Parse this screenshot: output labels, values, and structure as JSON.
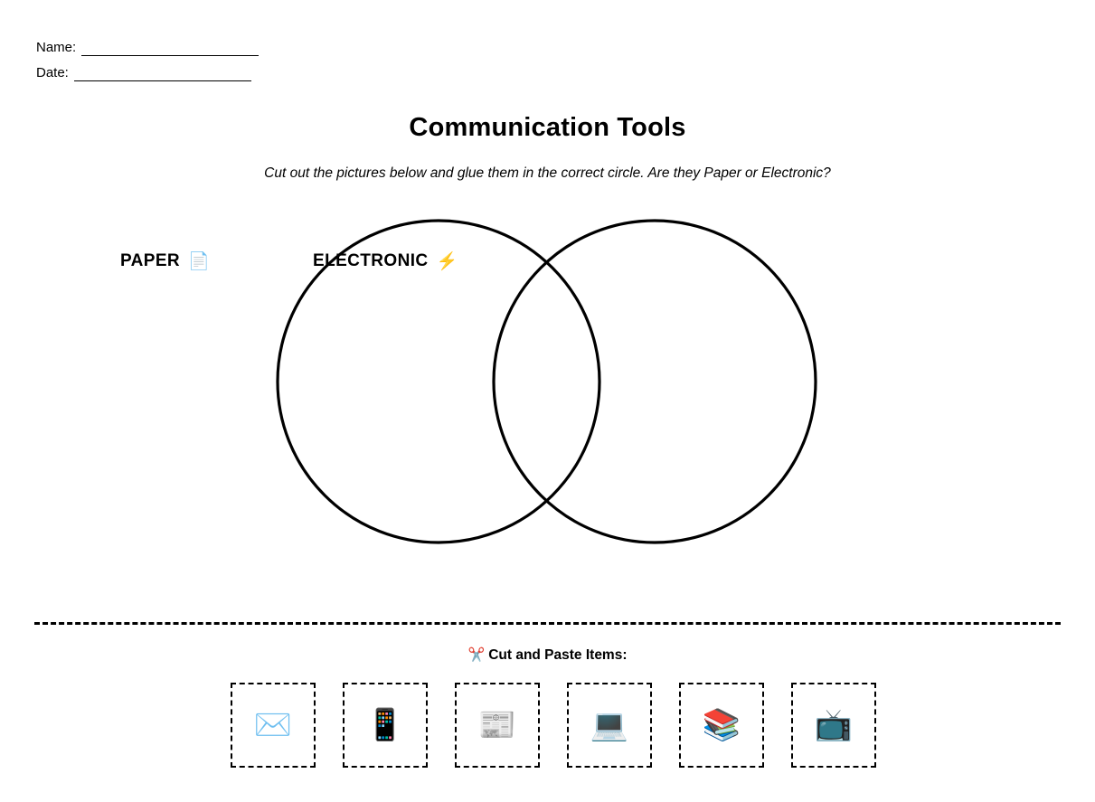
{
  "header": {
    "name_label": "Name:",
    "date_label": "Date:",
    "name_value": "",
    "date_value": ""
  },
  "title": "Communication Tools",
  "subtitle": "Cut out the pictures below and glue them in the correct circle. Are they Paper or Electronic?",
  "venn": {
    "left_label": "PAPER",
    "left_icon": "📄",
    "left_icon_name": "page-icon",
    "right_label": "ELECTRONIC",
    "right_icon": "⚡",
    "right_icon_name": "lightning-bolt-icon",
    "stroke_color": "#000000"
  },
  "cut_section": {
    "scissors_icon": "✂️",
    "heading": "Cut and Paste Items:",
    "items": [
      {
        "name": "envelope",
        "glyph": "✉️"
      },
      {
        "name": "mobile-phone",
        "glyph": "📱"
      },
      {
        "name": "newspaper",
        "glyph": "📰"
      },
      {
        "name": "laptop",
        "glyph": "💻"
      },
      {
        "name": "books",
        "glyph": "📚"
      },
      {
        "name": "television",
        "glyph": "📺"
      }
    ]
  }
}
